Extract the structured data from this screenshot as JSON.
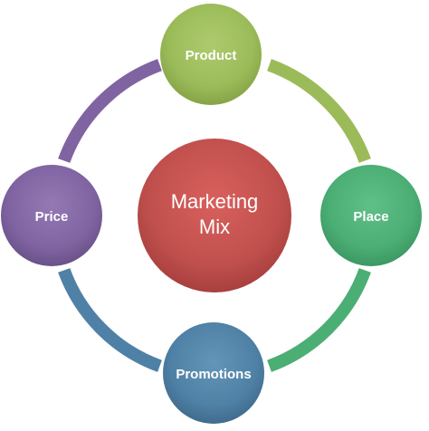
{
  "diagram": {
    "center": {
      "lines": [
        "Marketing",
        "Mix"
      ],
      "color": "#C0504D",
      "color_light": "#D9605C",
      "color_dark": "#A8403E"
    },
    "nodes": [
      {
        "id": "product",
        "label": "Product",
        "color": "#9BBB59",
        "color_light": "#AECB6E",
        "color_dark": "#86A447"
      },
      {
        "id": "place",
        "label": "Place",
        "color": "#4BAE74",
        "color_light": "#60C087",
        "color_dark": "#3C9863"
      },
      {
        "id": "promotions",
        "label": "Promotions",
        "color": "#4F81A6",
        "color_light": "#6395B8",
        "color_dark": "#3F6C8E"
      },
      {
        "id": "price",
        "label": "Price",
        "color": "#8064A2",
        "color_light": "#9479B3",
        "color_dark": "#6A5289"
      }
    ]
  }
}
